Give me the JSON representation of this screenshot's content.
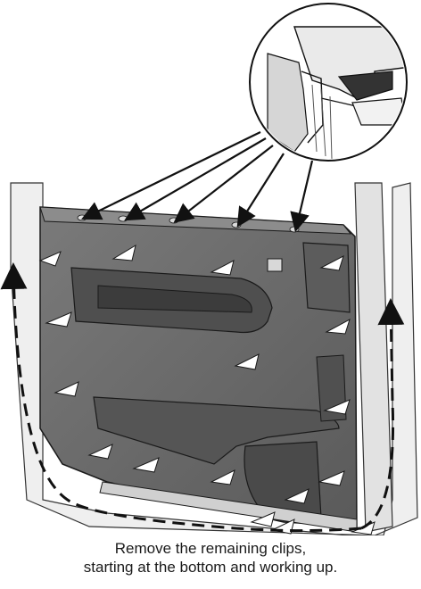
{
  "caption": {
    "line1": "Remove the remaining clips,",
    "line2": "starting at the bottom and working up."
  },
  "colors": {
    "panel": "#6d6d6d",
    "panel_dark": "#4e4e4e",
    "panel_light": "#8a8a8a",
    "door_frame": "#ececec",
    "outline": "#1a1a1a",
    "clip_marker": "#ffffff"
  },
  "icons": {
    "clip": "clip-marker-icon",
    "arrow": "path-arrow-icon",
    "detail": "clip-detail-inset"
  }
}
